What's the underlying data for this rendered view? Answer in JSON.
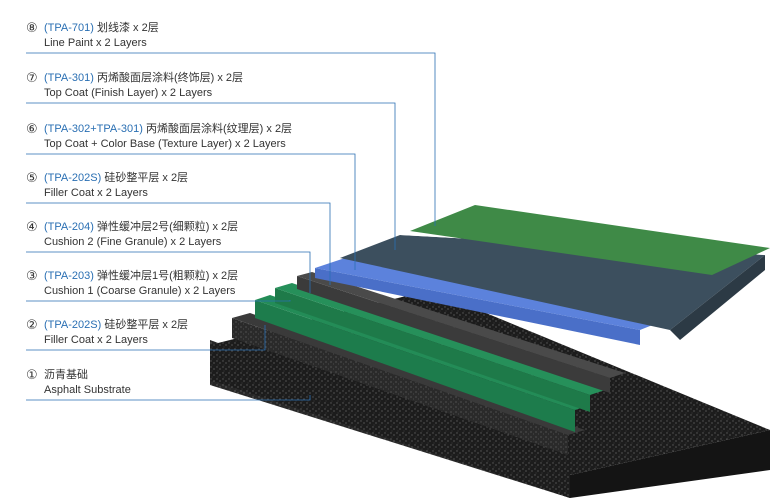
{
  "layers": [
    {
      "num": "⑧",
      "code": "(TPA-701)",
      "zh": "划线漆 x 2层",
      "en": "Line Paint x 2 Layers"
    },
    {
      "num": "⑦",
      "code": "(TPA-301)",
      "zh": "丙烯酸面层涂料(终饰层) x 2层",
      "en": "Top Coat  (Finish Layer) x 2 Layers"
    },
    {
      "num": "⑥",
      "code": "(TPA-302+TPA-301)",
      "zh": "丙烯酸面层涂料(纹理层) x 2层",
      "en": "Top Coat + Color Base (Texture Layer) x 2 Layers"
    },
    {
      "num": "⑤",
      "code": "(TPA-202S)",
      "zh": "硅砂整平层 x 2层",
      "en": "Filler Coat x 2 Layers"
    },
    {
      "num": "④",
      "code": "(TPA-204)",
      "zh": "弹性缓冲层2号(细颗粒) x 2层",
      "en": "Cushion 2 (Fine Granule) x 2 Layers"
    },
    {
      "num": "③",
      "code": "(TPA-203)",
      "zh": "弹性缓冲层1号(粗颗粒) x 2层",
      "en": " Cushion 1 (Coarse Granule) x 2 Layers"
    },
    {
      "num": "②",
      "code": "(TPA-202S)",
      "zh": "硅砂整平层 x 2层",
      "en": "Filler Coat x 2 Layers"
    },
    {
      "num": "①",
      "code": "",
      "zh": "沥青基础",
      "en": "Asphalt Substrate"
    }
  ],
  "colors": {
    "line_paint": "#3f8a47",
    "top_coat": "#3c4f5e",
    "texture": "#4a6fc8",
    "filler": "#4a4a4a",
    "cushion_fine": "#1e7a49",
    "cushion_coarse": "#1d7c4c",
    "asphalt": "#1c1c1c",
    "leader": "#2a6fb3",
    "code_text": "#2a6fb3"
  }
}
